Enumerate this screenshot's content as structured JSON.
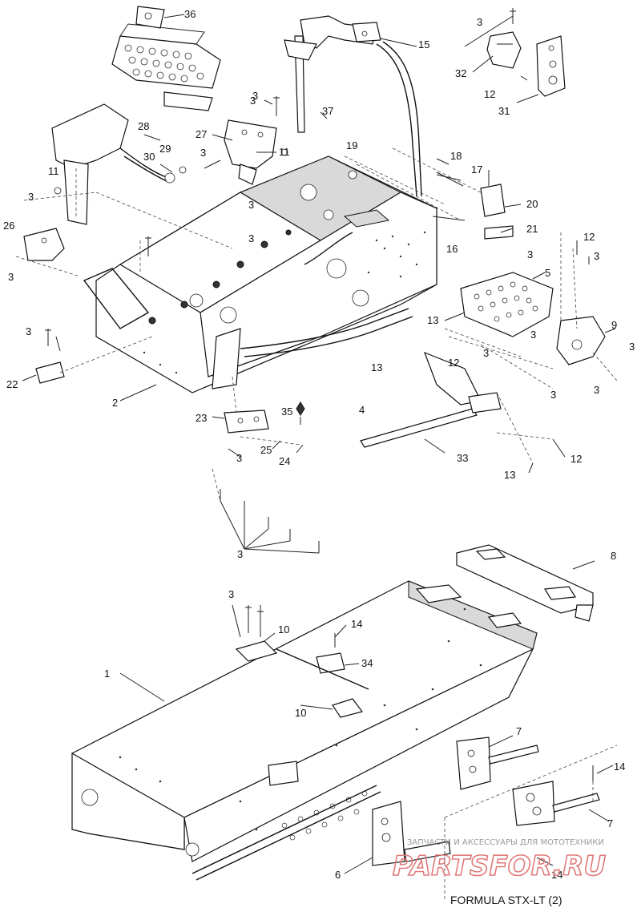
{
  "callouts": [
    {
      "text": "36"
    },
    {
      "text": "15"
    },
    {
      "text": "3"
    },
    {
      "text": "32"
    },
    {
      "text": "12"
    },
    {
      "text": "31"
    },
    {
      "text": "3"
    },
    {
      "text": "37"
    },
    {
      "text": "28"
    },
    {
      "text": "27"
    },
    {
      "text": "29"
    },
    {
      "text": "30"
    },
    {
      "text": "3"
    },
    {
      "text": "11"
    },
    {
      "text": "19"
    },
    {
      "text": "18"
    },
    {
      "text": "17"
    },
    {
      "text": "3"
    },
    {
      "text": "11"
    },
    {
      "text": "3"
    },
    {
      "text": "20"
    },
    {
      "text": "26"
    },
    {
      "text": "3"
    },
    {
      "text": "3"
    },
    {
      "text": "21"
    },
    {
      "text": "16"
    },
    {
      "text": "12"
    },
    {
      "text": "3"
    },
    {
      "text": "3"
    },
    {
      "text": "3"
    },
    {
      "text": "5"
    },
    {
      "text": "13"
    },
    {
      "text": "3"
    },
    {
      "text": "9"
    },
    {
      "text": "3"
    },
    {
      "text": "3"
    },
    {
      "text": "22"
    },
    {
      "text": "12"
    },
    {
      "text": "13"
    },
    {
      "text": "3"
    },
    {
      "text": "3"
    },
    {
      "text": "3"
    },
    {
      "text": "2"
    },
    {
      "text": "23"
    },
    {
      "text": "35"
    },
    {
      "text": "4"
    },
    {
      "text": "25"
    },
    {
      "text": "24"
    },
    {
      "text": "3"
    },
    {
      "text": "33"
    },
    {
      "text": "12"
    },
    {
      "text": "13"
    },
    {
      "text": "3"
    },
    {
      "text": "8"
    },
    {
      "text": "3"
    },
    {
      "text": "10"
    },
    {
      "text": "14"
    },
    {
      "text": "34"
    },
    {
      "text": "1"
    },
    {
      "text": "10"
    },
    {
      "text": "7"
    },
    {
      "text": "14"
    },
    {
      "text": "7"
    },
    {
      "text": "6"
    },
    {
      "text": "14"
    }
  ],
  "watermark": {
    "tagline": "ЗАПЧАСТИ И АКСЕССУАРЫ ДЛЯ МОТОТЕХНИКИ",
    "logo": "PARTSFOR.RU"
  },
  "caption": "FORMULA STX-LT (2)"
}
